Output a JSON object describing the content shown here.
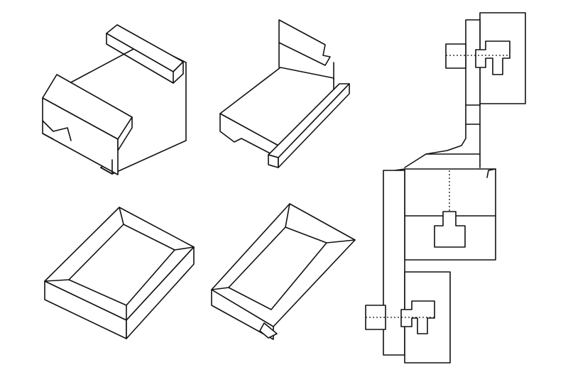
{
  "figure": {
    "description_free": true,
    "panels": [
      {
        "id": "formed-channel-flanged",
        "icon": "sheet-metal-channel-icon"
      },
      {
        "id": "formed-channel-hemmed",
        "icon": "sheet-metal-channel-icon"
      },
      {
        "id": "formed-tray-square",
        "icon": "sheet-metal-tray-icon"
      },
      {
        "id": "formed-tray-tapered",
        "icon": "sheet-metal-tray-icon"
      },
      {
        "id": "flat-pattern-views",
        "icon": "flat-pattern-icon"
      }
    ],
    "colors": {
      "stroke": "#111111",
      "background": "#ffffff"
    }
  }
}
